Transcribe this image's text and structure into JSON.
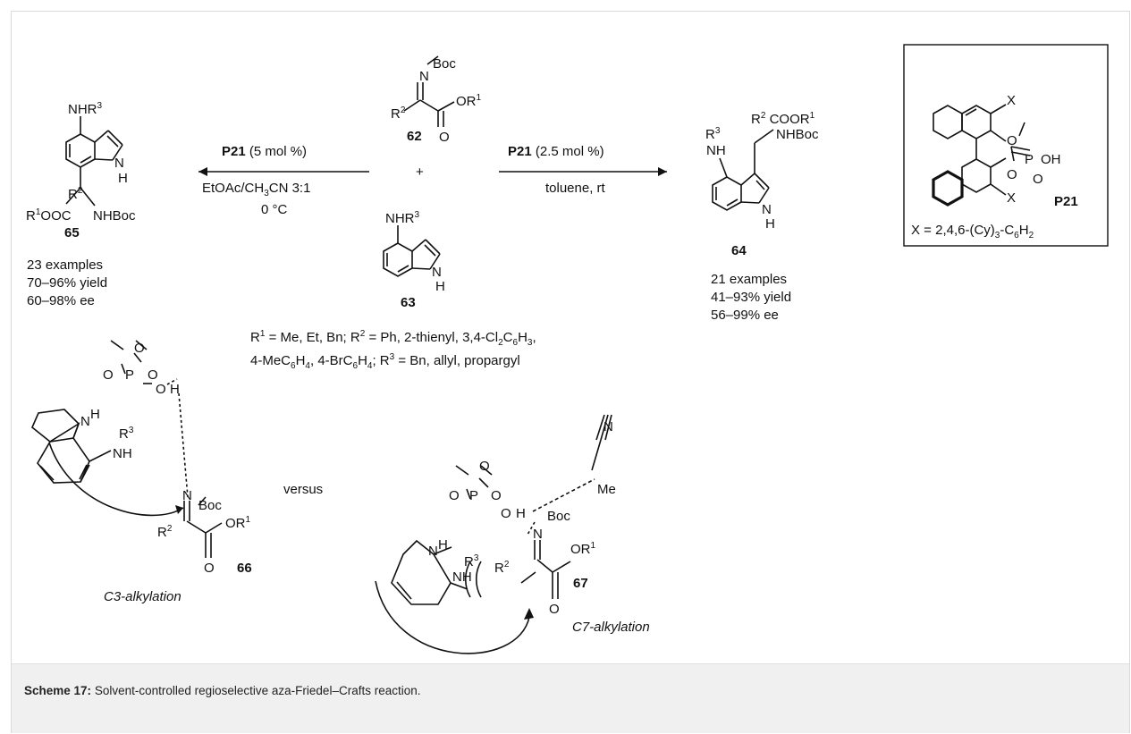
{
  "caption": {
    "label": "Scheme 17:",
    "text": "Solvent-controlled regioselective aza-Friedel–Crafts reaction."
  },
  "left_arrow": {
    "catalyst": "P21",
    "loading": "(5 mol %)",
    "solvent_pre": "EtOAc/CH",
    "solvent_sub": "3",
    "solvent_post": "CN 3:1",
    "temperature": "0 °C"
  },
  "right_arrow": {
    "catalyst": "P21",
    "loading": "(2.5 mol %)",
    "conditions": "toluene, rt"
  },
  "compounds": {
    "c62": "62",
    "c63": "63",
    "c64": "64",
    "c65": "65",
    "c66": "66",
    "c67": "67",
    "p21": "P21"
  },
  "results_left": {
    "examples": "23 examples",
    "yield": "70–96% yield",
    "ee": "60–98% ee"
  },
  "results_right": {
    "examples": "21 examples",
    "yield": "41–93% yield",
    "ee": "56–99% ee"
  },
  "substituents": {
    "line1_r1": "= Me, Et, Bn; R",
    "line1_r2": "= Ph, 2-thienyl, 3,4-Cl",
    "line1_end": "C",
    "line2_a": "4-MeC",
    "line2_b": ", 4-BrC",
    "line2_r3": "= Bn, allyl, propargyl"
  },
  "labels": {
    "plus": "+",
    "versus": "versus",
    "c3": "C3-alkylation",
    "c7": "C7-alkylation",
    "boc": "Boc",
    "nhboc": "NHBoc",
    "me": "Me",
    "x_def": "X = 2,4,6-(Cy)"
  }
}
